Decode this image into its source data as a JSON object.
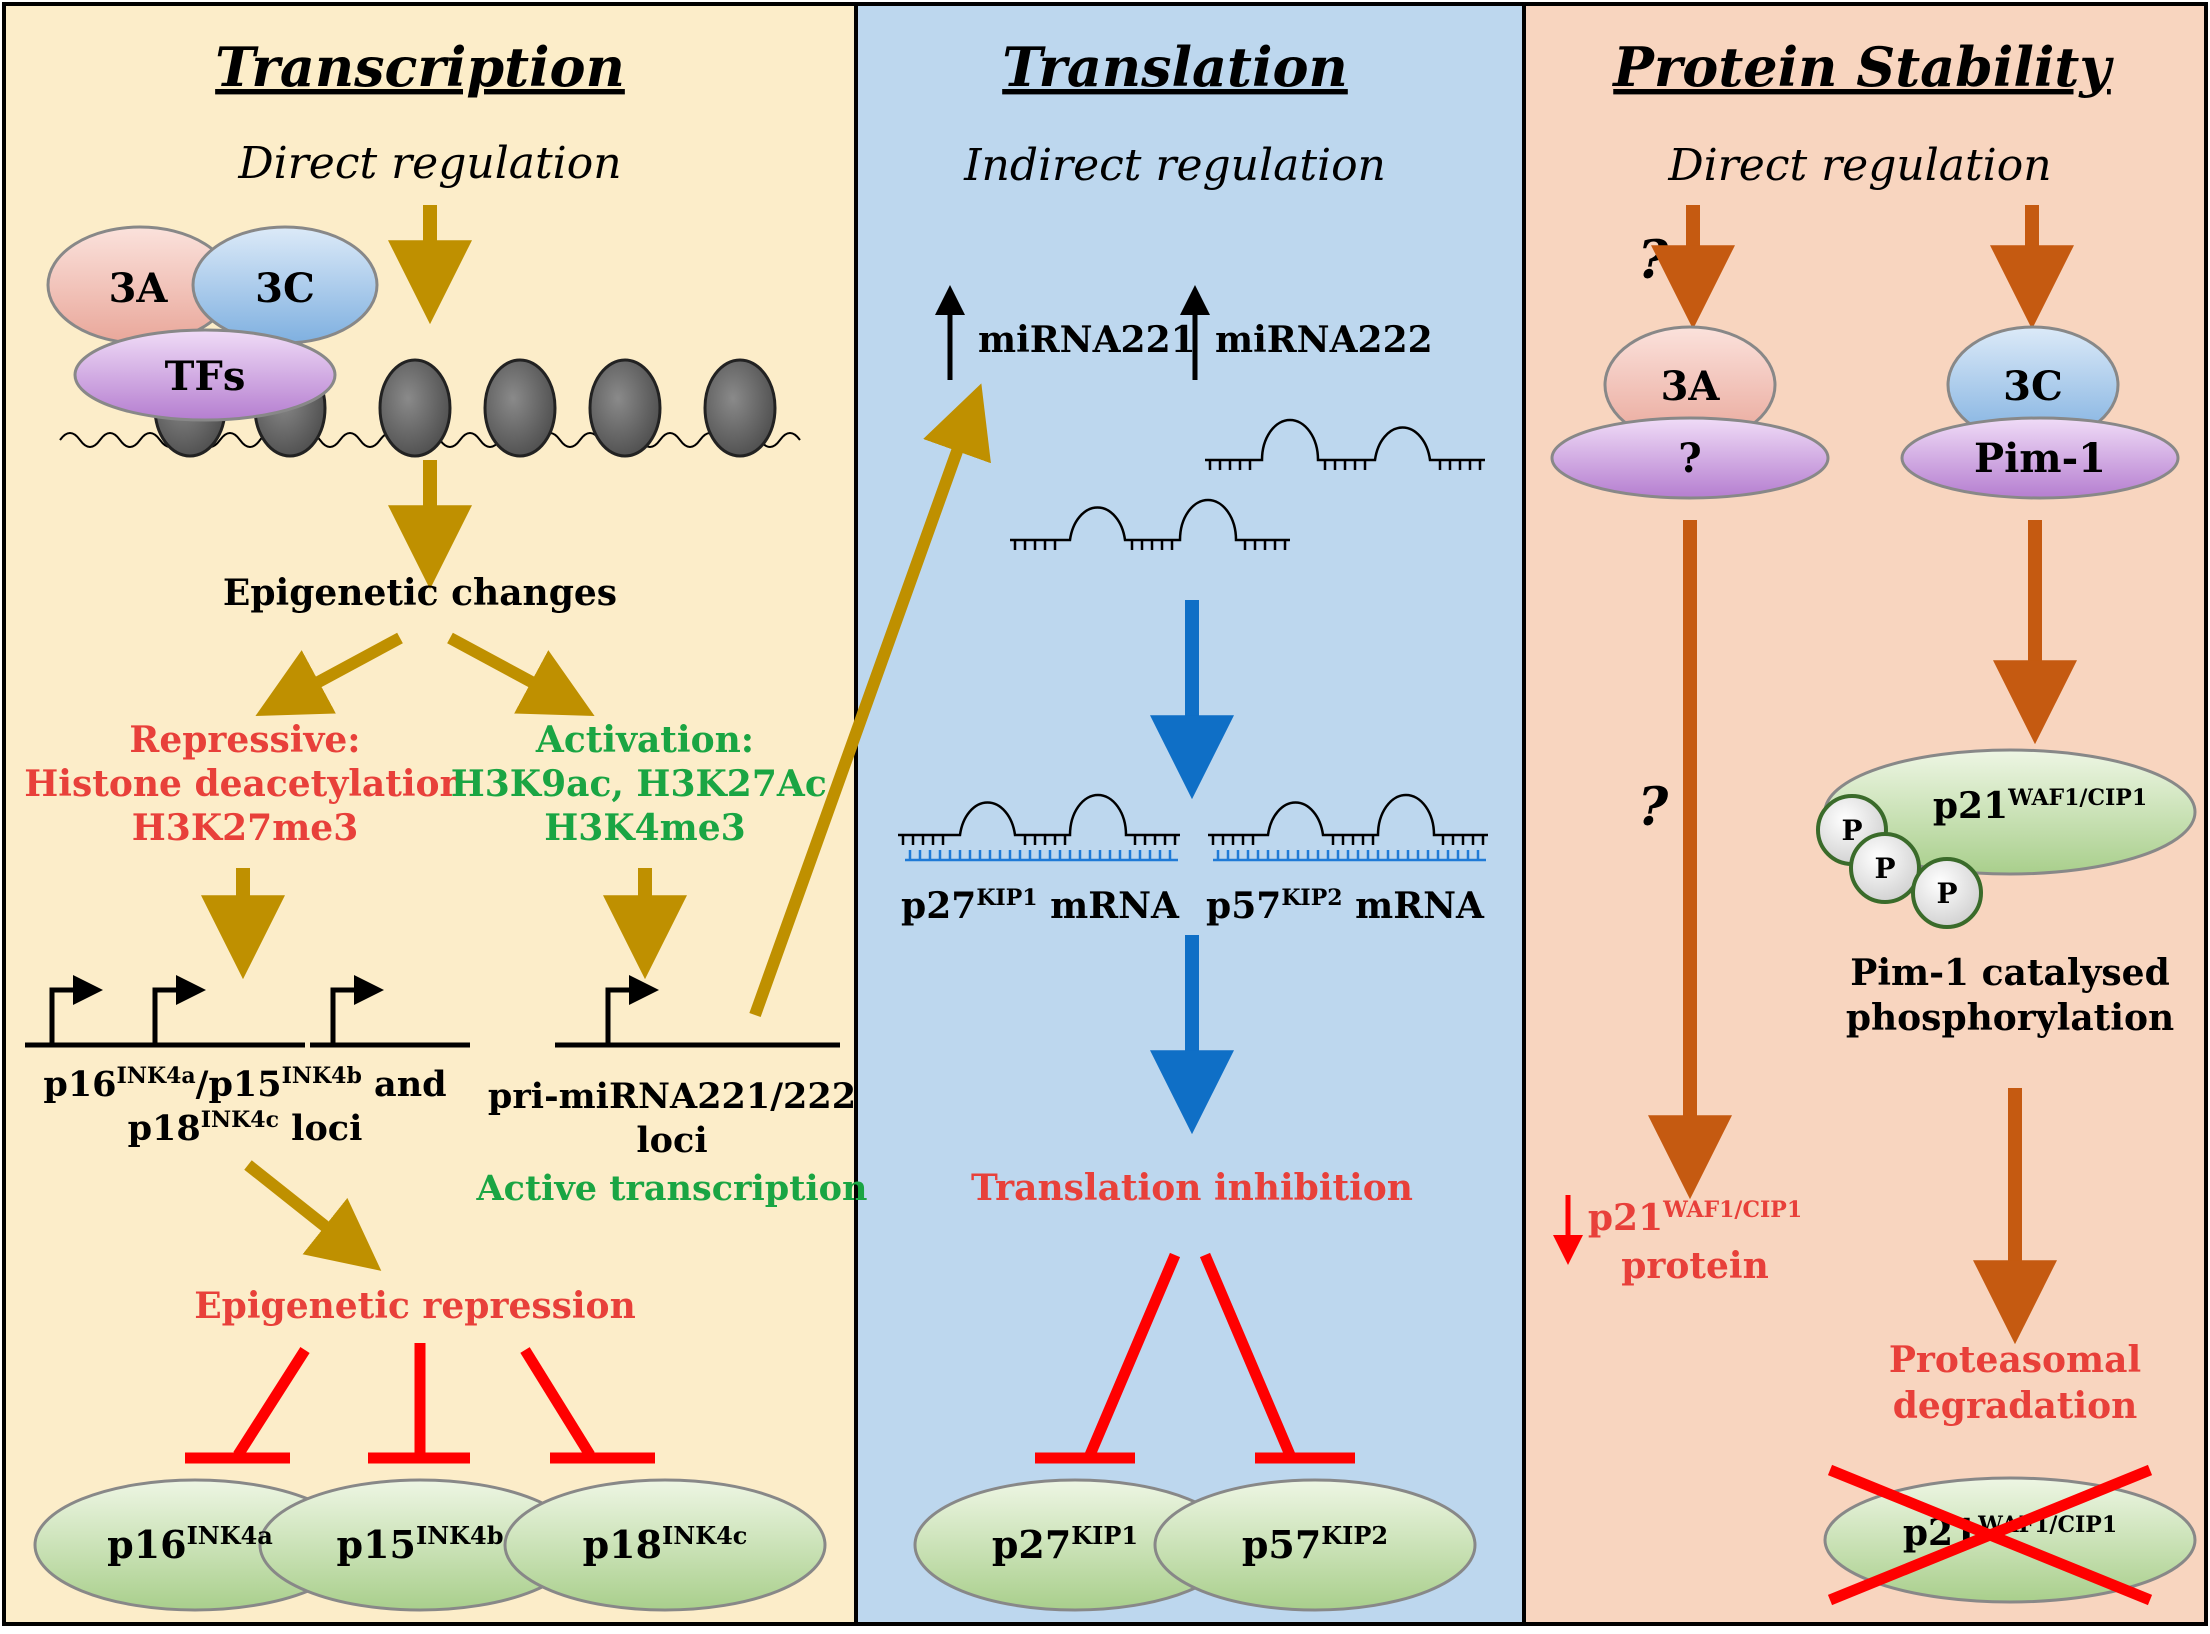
{
  "panels": {
    "transcription": {
      "title": "Transcription",
      "subtitle": "Direct regulation",
      "proteins": {
        "a": "3A",
        "c": "3C",
        "tfs": "TFs"
      },
      "epigenetic": "Epigenetic changes",
      "repressive": [
        "Repressive:",
        "Histone deacetylation",
        "H3K27me3"
      ],
      "activation": [
        "Activation:",
        "H3K9ac, H3K27Ac,",
        "H3K4me3"
      ],
      "ink_loci": {
        "p16": "p16",
        "p16_sup": "INK4a",
        "slash": "/",
        "p15": "p15",
        "p15_sup": "INK4b",
        "and": " and",
        "p18": "p18",
        "p18_sup": "INK4c",
        "loci": " loci"
      },
      "pri_loci": [
        "pri-miRNA221/222",
        "loci"
      ],
      "active_transcription": "Active transcription",
      "epigenetic_repression": "Epigenetic repression",
      "targets": [
        {
          "base": "p16",
          "sup": "INK4a"
        },
        {
          "base": "p15",
          "sup": "INK4b"
        },
        {
          "base": "p18",
          "sup": "INK4c"
        }
      ]
    },
    "translation": {
      "title": "Translation",
      "subtitle": "Indirect regulation",
      "mirna1": "miRNA221",
      "mirna2": "miRNA222",
      "mrna1": {
        "base": "p27",
        "sup": "KIP1",
        "suffix": " mRNA"
      },
      "mrna2": {
        "base": "p57",
        "sup": "KIP2",
        "suffix": " mRNA"
      },
      "inhibition": "Translation inhibition",
      "targets": [
        {
          "base": "p27",
          "sup": "KIP1"
        },
        {
          "base": "p57",
          "sup": "KIP2"
        }
      ]
    },
    "stability": {
      "title": "Protein Stability",
      "subtitle": "Direct regulation",
      "question": "?",
      "protein_a": "3A",
      "partner_a": "?",
      "protein_c": "3C",
      "partner_c": "Pim-1",
      "p21": {
        "base": "p21",
        "sup": "WAF1/CIP1"
      },
      "phospho_label": "P",
      "phosphorylation": [
        "Pim-1 catalysed",
        "phosphorylation"
      ],
      "protein_label": "protein",
      "proteasomal": [
        "Proteasomal",
        "degradation"
      ]
    }
  },
  "colors": {
    "transcription_bg": "#fcedc9",
    "translation_bg": "#bdd7ee",
    "stability_bg": "#f8d5bf",
    "gold_arrow": "#bf9000",
    "blue_arrow": "#0f6fc6",
    "orange_arrow": "#c55a11",
    "red": "#e8403a",
    "green": "#1aa543",
    "inhibit_red": "#ff0000"
  }
}
